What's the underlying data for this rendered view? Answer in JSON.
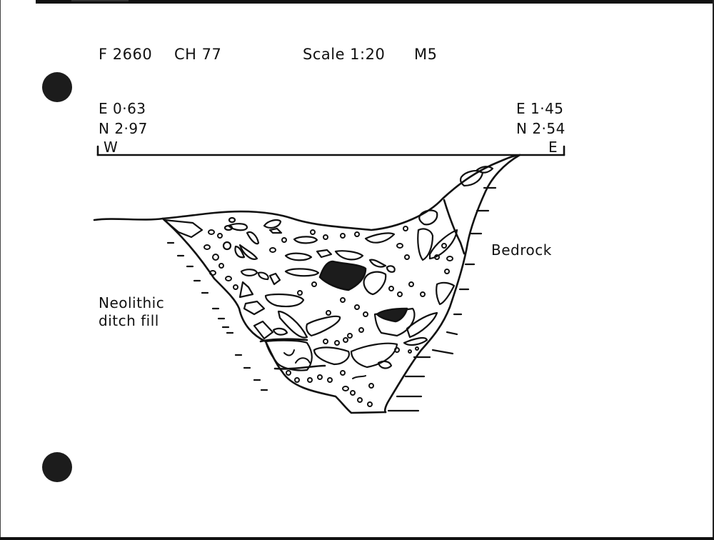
{
  "sheet": {
    "header": {
      "feature": "F 2660",
      "context": "CH 77",
      "scale": "Scale  1:20",
      "sheet_ref": "M5"
    },
    "section_line": {
      "west_point": {
        "easting": "E 0·63",
        "northing": "N 2·97",
        "end_label": "W"
      },
      "east_point": {
        "easting": "E 1·45",
        "northing": "N 2·54",
        "end_label": "E"
      }
    },
    "labels": {
      "left_deposit": [
        "Neolithic",
        "ditch fill"
      ],
      "right_deposit": "Bedrock"
    },
    "colors": {
      "ink": "#111111",
      "paper": "#ffffff",
      "charcoal_fill": "#1c1c1c"
    }
  }
}
